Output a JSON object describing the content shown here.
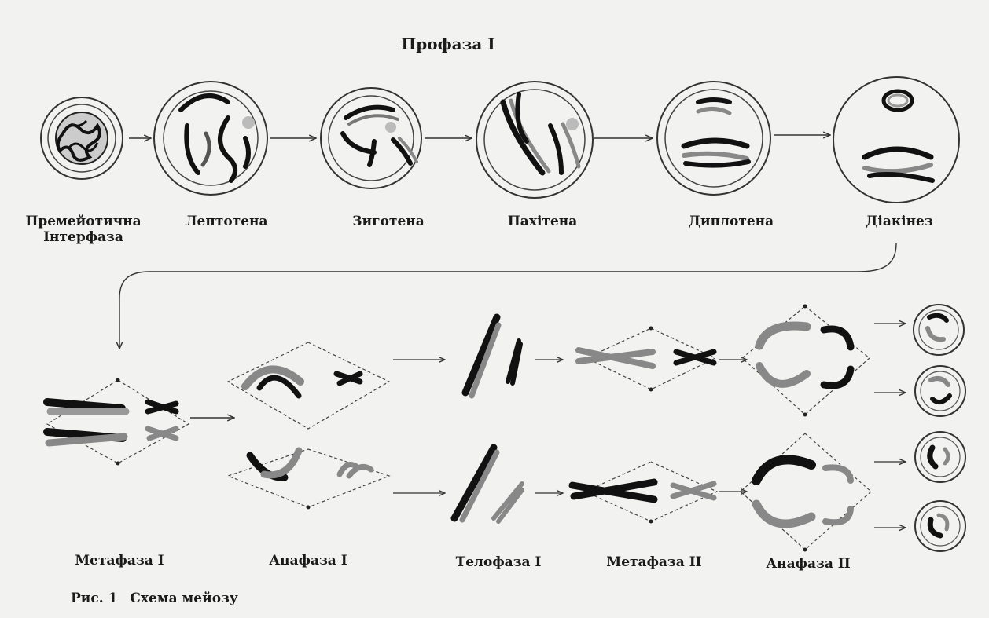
{
  "title": "Профаза I",
  "prophase_stages": [
    {
      "line1": "Премейотична",
      "line2": "Інтерфаза"
    },
    {
      "line1": "Лептотена",
      "line2": ""
    },
    {
      "line1": "Зиготена",
      "line2": ""
    },
    {
      "line1": "Пахітена",
      "line2": ""
    },
    {
      "line1": "Диплотена",
      "line2": ""
    },
    {
      "line1": "Діакінез",
      "line2": ""
    }
  ],
  "division_stages": [
    "Метафаза I",
    "Анафаза I",
    "Телофаза I",
    "Метафаза II",
    "Анафаза II"
  ],
  "caption": {
    "label": "Рис. 1",
    "text": "Схема мейозу"
  },
  "colors": {
    "ink": "#1a1a1a",
    "light_chromatid": "#b5b5b5",
    "paper": "#f2f2f0"
  }
}
